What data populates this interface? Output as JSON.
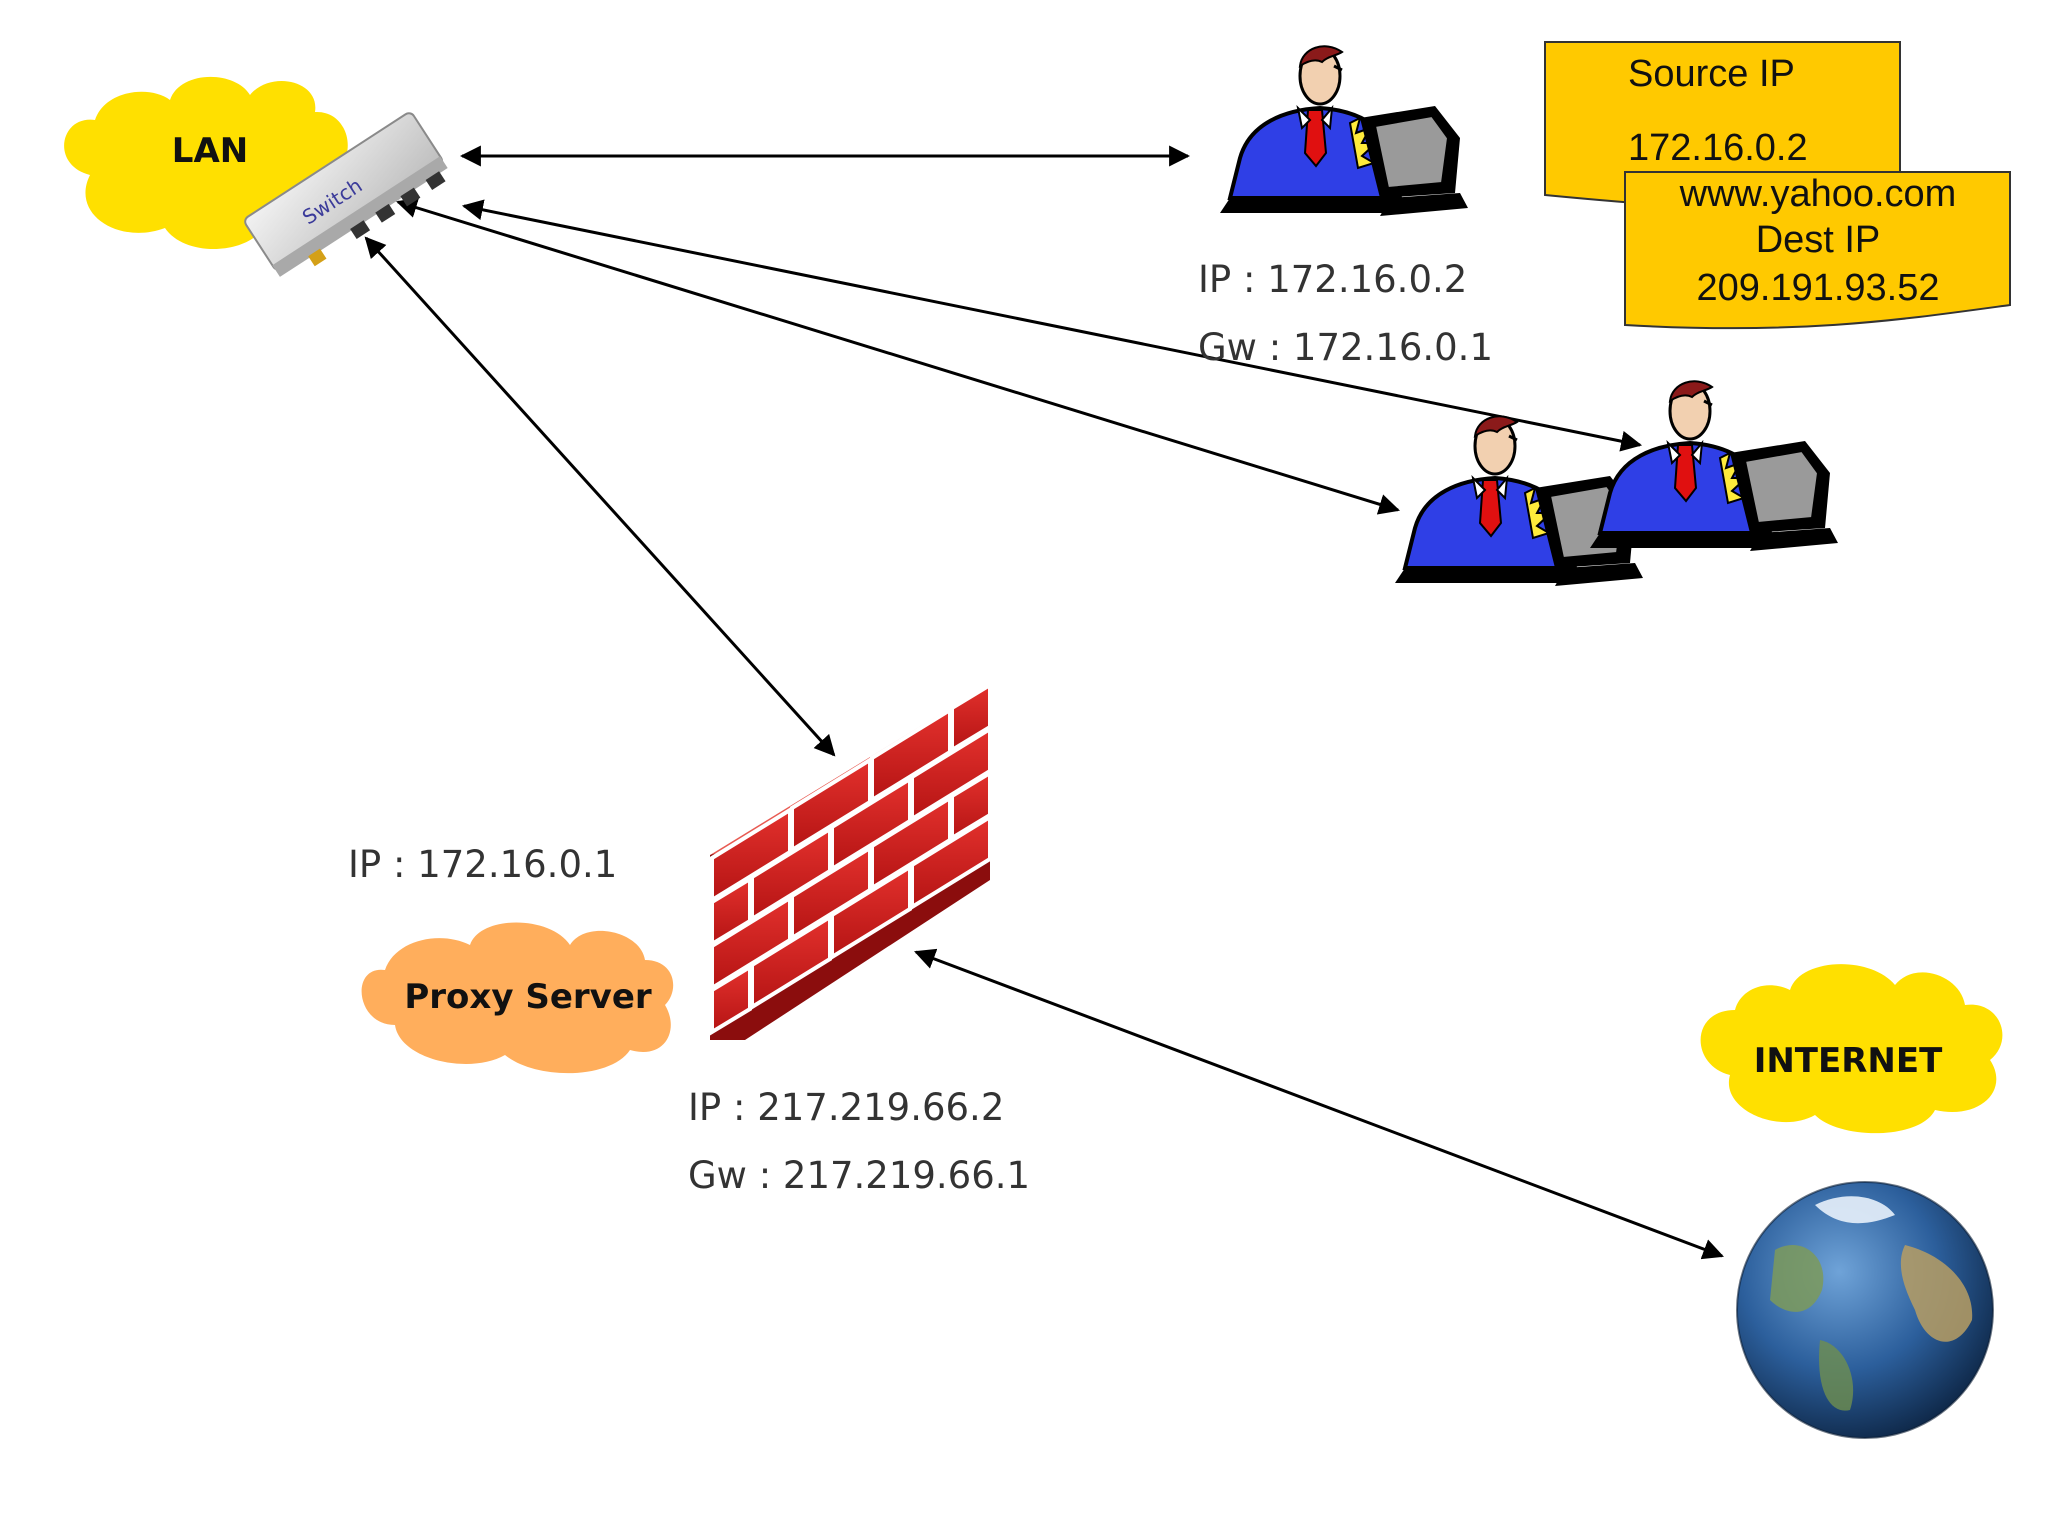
{
  "colors": {
    "lan_cloud": "#FFE000",
    "internet_cloud": "#FFE000",
    "proxy_cloud": "#FFAE5C",
    "note": "#FFC900",
    "firewall": "#D41E1E",
    "person_shirt": "#2F3FE6",
    "person_tie": "#E01010",
    "arrow": "#000000"
  },
  "lan": {
    "label": "LAN",
    "switch_label": "Switch"
  },
  "internet": {
    "label": "INTERNET",
    "globe_icon": "earth-globe-icon"
  },
  "proxy": {
    "label": "Proxy Server",
    "inner_ip": "IP   : 172.16.0.1",
    "outer_ip": "IP    : 217.219.66.2",
    "outer_gw": "Gw : 217.219.66.1"
  },
  "client": {
    "ip": "IP    : 172.16.0.2",
    "gw": "Gw : 172.16.0.1"
  },
  "notes": {
    "source_title": "Source IP",
    "source_value": "172.16.0.2",
    "dest_host": "www.yahoo.com",
    "dest_title": "Dest IP",
    "dest_value": "209.191.93.52"
  }
}
